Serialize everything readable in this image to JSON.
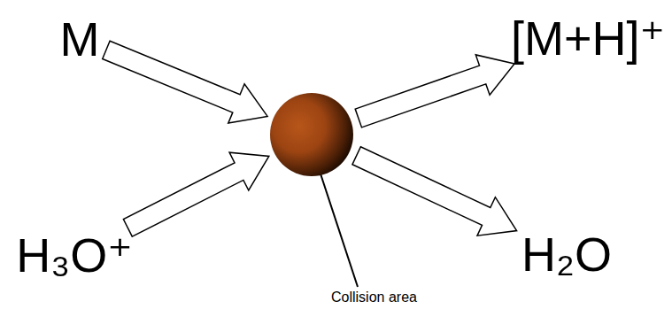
{
  "diagram": {
    "nodes": [
      {
        "text": [
          "M"
        ]
      },
      {
        "text": [
          "H₃O⁺"
        ]
      },
      {
        "text": [
          "Collision area"
        ]
      },
      {
        "text": [
          "[M+H]⁺"
        ]
      },
      {
        "text": [
          "H₂O"
        ]
      }
    ],
    "edges": [
      {
        "from": 0,
        "to": 2,
        "arrow": "to"
      },
      {
        "from": 1,
        "to": 2,
        "arrow": "to"
      },
      {
        "from": 2,
        "to": 3,
        "arrow": "to"
      },
      {
        "from": 2,
        "to": 4,
        "arrow": "to"
      }
    ]
  }
}
